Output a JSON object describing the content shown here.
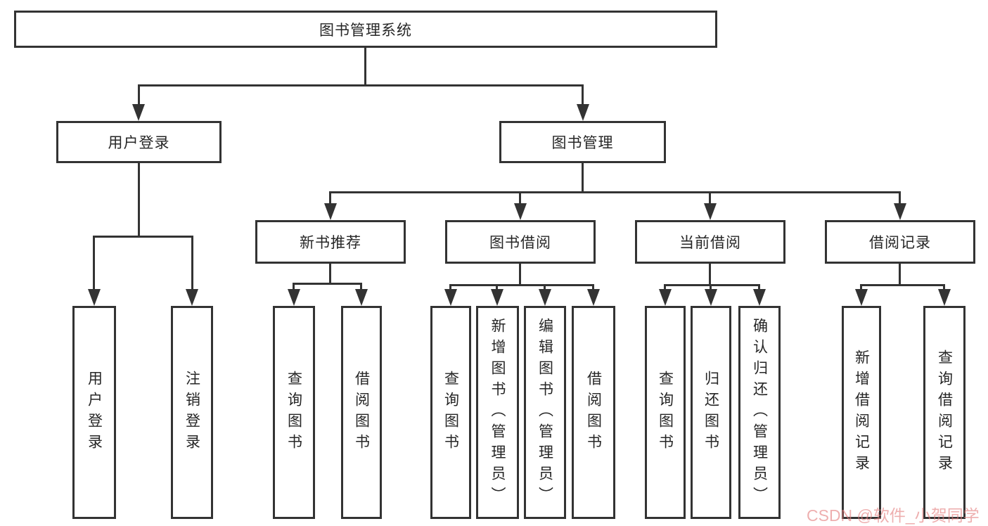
{
  "tree": {
    "root": {
      "label": "图书管理系统",
      "children": [
        {
          "label": "用户登录",
          "children": [
            {
              "label": "用户登录"
            },
            {
              "label": "注销登录"
            }
          ]
        },
        {
          "label": "图书管理",
          "children": [
            {
              "label": "新书推荐",
              "children": [
                {
                  "label": "查询图书"
                },
                {
                  "label": "借阅图书"
                }
              ]
            },
            {
              "label": "图书借阅",
              "children": [
                {
                  "label": "查询图书"
                },
                {
                  "label": "新增图书（管理员）"
                },
                {
                  "label": "编辑图书（管理员）"
                },
                {
                  "label": "借阅图书"
                }
              ]
            },
            {
              "label": "当前借阅",
              "children": [
                {
                  "label": "查询图书"
                },
                {
                  "label": "归还图书"
                },
                {
                  "label": "确认归还（管理员）"
                }
              ]
            },
            {
              "label": "借阅记录",
              "children": [
                {
                  "label": "新增借阅记录"
                },
                {
                  "label": "查询借阅记录"
                }
              ]
            }
          ]
        }
      ]
    }
  },
  "watermark": {
    "text": "CSDN @软件_小贺同学",
    "color": "#e37e7e"
  },
  "colors": {
    "line": "#333333",
    "box_border": "#333333",
    "box_fill": "#ffffff",
    "text": "#262626",
    "background": "#ffffff"
  }
}
